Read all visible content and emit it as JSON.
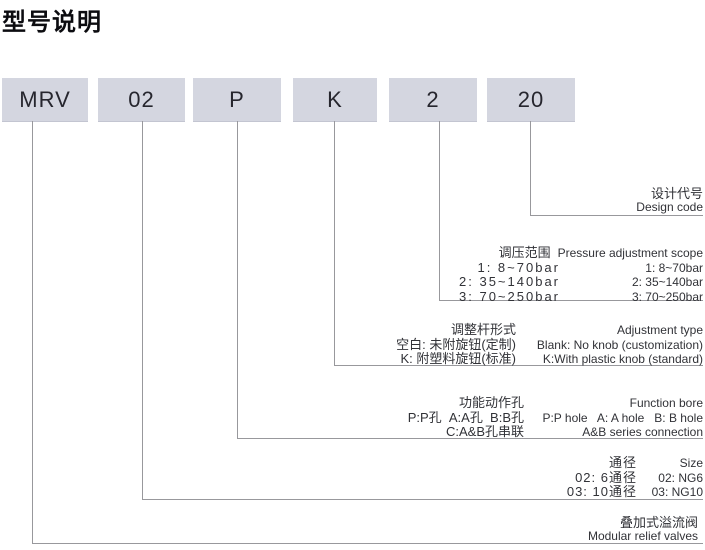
{
  "page": {
    "title": "型号说明"
  },
  "model_code": {
    "segments": [
      {
        "label": "MRV"
      },
      {
        "label": "02"
      },
      {
        "label": "P"
      },
      {
        "label": "K"
      },
      {
        "label": "2"
      },
      {
        "label": "20"
      }
    ]
  },
  "sections": {
    "design_code": {
      "zh": "设计代号",
      "en": "Design code"
    },
    "pressure": {
      "header_zh": "调压范围",
      "header_en": "Pressure adjustment scope",
      "rows": [
        {
          "zh": "1: 8~70bar",
          "en": "1: 8~70bar"
        },
        {
          "zh": "2: 35~140bar",
          "en": "2: 35~140bar"
        },
        {
          "zh": "3: 70~250bar",
          "en": "3: 70~250bar"
        }
      ]
    },
    "adjustment": {
      "header_zh": "调整杆形式",
      "header_en": "Adjustment type",
      "rows": [
        {
          "zh": "空白: 未附旋钮(定制)",
          "en": "Blank: No knob (customization)"
        },
        {
          "zh": "K: 附塑料旋钮(标准)",
          "en": "K:With plastic knob (standard)"
        }
      ]
    },
    "function_bore": {
      "header_zh": "功能动作孔",
      "header_en": "Function bore",
      "rows": [
        {
          "zh": "P:P孔  A:A孔  B:B孔",
          "en": "P:P hole   A: A hole   B: B hole"
        },
        {
          "zh": "C:A&B孔串联",
          "en": "A&B series connection"
        }
      ]
    },
    "size": {
      "header_zh": "通径",
      "header_en": "Size",
      "rows": [
        {
          "zh": "02: 6通径",
          "en": "02: NG6"
        },
        {
          "zh": "03: 10通径",
          "en": "03: NG10"
        }
      ]
    },
    "product": {
      "zh": "叠加式溢流阀",
      "en": "Modular relief valves"
    }
  },
  "colors": {
    "box_fill": "#d4d6e0",
    "line": "#98989c",
    "ink": "#26262e",
    "text": "#313237"
  }
}
